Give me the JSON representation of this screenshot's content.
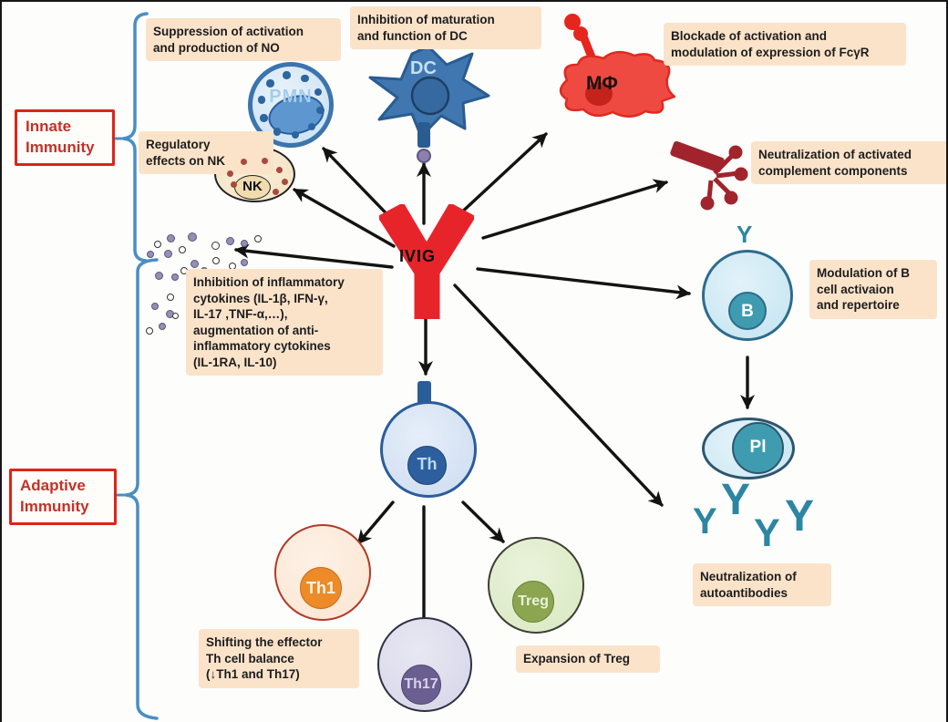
{
  "colors": {
    "bracket_blue": "#4a8ec2",
    "red_box_border": "#e02318",
    "red_box_text": "#c23227",
    "note_bg": "#fbe3ca",
    "ivig_red": "#e8242b",
    "arrow_black": "#131313",
    "antibody_teal": "#2c86a2"
  },
  "group_labels": {
    "innate": "Innate\nImmunity",
    "adaptive": "Adaptive\nImmunity"
  },
  "ivig_label": "IVIG",
  "cells": {
    "pmn": "PMN",
    "dc": "DC",
    "macrophage": "MΦ",
    "nk": "NK",
    "b": "B",
    "plasma": "Pl",
    "b_receptor": "Y",
    "th": "Th",
    "th1": "Th1",
    "th17": "Th17",
    "treg": "Treg"
  },
  "notes": {
    "pmn": "Suppression of activation\nand production of NO",
    "dc": "Inhibition of maturation\nand function of DC",
    "macrophage": "Blockade of activation and\nmodulation of expression of FcγR",
    "nk": "Regulatory\neffects on NK",
    "complement": "Neutralization of activated\ncomplement components",
    "cytokines": "Inhibition of inflammatory\ncytokines (IL-1β, IFN-γ,\nIL-17 ,TNF-α,…),\naugmentation of anti-\ninflammatory cytokines\n(IL-1RA, IL-10)",
    "b_cell": "Modulation of B\ncell activaion\nand repertoire",
    "autoantibodies": "Neutralization of\nautoantibodies",
    "th_balance": "Shifting the effector\nTh cell balance\n(↓Th1 and Th17)",
    "treg": "Expansion of Treg"
  },
  "arrows": [
    [
      440,
      251,
      353,
      161
    ],
    [
      463,
      243,
      463,
      178
    ],
    [
      500,
      235,
      597,
      145
    ],
    [
      528,
      259,
      729,
      198
    ],
    [
      430,
      268,
      321,
      206
    ],
    [
      428,
      291,
      257,
      272
    ],
    [
      522,
      293,
      754,
      320
    ],
    [
      497,
      311,
      724,
      552
    ],
    [
      465,
      342,
      465,
      408
    ],
    [
      818,
      390,
      818,
      445
    ],
    [
      429,
      549,
      391,
      594
    ],
    [
      463,
      554,
      463,
      691
    ],
    [
      506,
      549,
      550,
      592
    ]
  ],
  "cytokine_dots": [
    [
      204,
      253,
      "f",
      10
    ],
    [
      181,
      255,
      "f",
      9
    ],
    [
      167,
      262,
      "o",
      8
    ],
    [
      194,
      268,
      "o",
      8
    ],
    [
      178,
      272,
      "f",
      9
    ],
    [
      159,
      273,
      "f",
      8
    ],
    [
      230,
      263,
      "o",
      9
    ],
    [
      246,
      258,
      "f",
      9
    ],
    [
      262,
      261,
      "f",
      8
    ],
    [
      277,
      256,
      "o",
      8
    ],
    [
      207,
      283,
      "f",
      9
    ],
    [
      231,
      280,
      "o",
      8
    ],
    [
      196,
      291,
      "o",
      8
    ],
    [
      168,
      296,
      "f",
      9
    ],
    [
      186,
      298,
      "f",
      8
    ],
    [
      218,
      291,
      "f",
      8
    ],
    [
      262,
      282,
      "f",
      8
    ],
    [
      249,
      286,
      "o",
      8
    ],
    [
      205,
      312,
      "f",
      9
    ],
    [
      181,
      320,
      "o",
      8
    ],
    [
      164,
      330,
      "f",
      8
    ],
    [
      180,
      338,
      "f",
      9
    ],
    [
      187,
      341,
      "o",
      7
    ],
    [
      172,
      352,
      "f",
      8
    ],
    [
      158,
      357,
      "o",
      8
    ]
  ],
  "nk_dots": [
    [
      247,
      185
    ],
    [
      262,
      172
    ],
    [
      285,
      171
    ],
    [
      301,
      181
    ],
    [
      307,
      194
    ],
    [
      297,
      205
    ],
    [
      251,
      197
    ]
  ],
  "autoantibody_ys": [
    [
      758,
      550,
      40
    ],
    [
      789,
      523,
      48
    ],
    [
      825,
      562,
      43
    ],
    [
      859,
      541,
      48
    ]
  ]
}
